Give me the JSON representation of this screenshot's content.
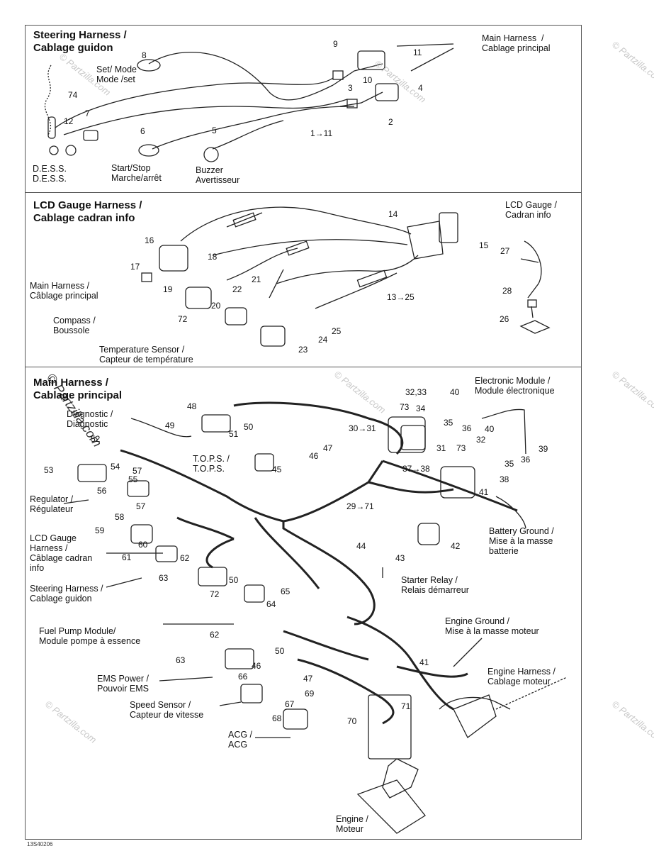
{
  "drawing_code": "13S40206",
  "watermark": "© Partzilla.com",
  "sections": {
    "steering": {
      "title_line1": "Steering Harness /",
      "title_line2": "Cablage guidon",
      "callouts": [
        {
          "id": "sh-set-mode",
          "text": "Set/ Mode\nMode /set"
        },
        {
          "id": "sh-dess",
          "text": "D.E.S.S.\nD.E.S.S."
        },
        {
          "id": "sh-start-stop",
          "text": "Start/Stop\nMarche/arrêt"
        },
        {
          "id": "sh-buzzer",
          "text": "Buzzer\nAvertisseur"
        },
        {
          "id": "sh-main-harness",
          "text": "Main Harness  /\nCablage principal"
        }
      ],
      "numbers": [
        "8",
        "74",
        "12",
        "7",
        "6",
        "5",
        "9",
        "11",
        "10",
        "3",
        "4",
        "2",
        "1→11"
      ]
    },
    "lcd": {
      "title_line1": "LCD Gauge Harness /",
      "title_line2": "Cablage cadran info",
      "callouts": [
        {
          "id": "lcd-gauge",
          "text": "LCD Gauge /\nCadran info"
        },
        {
          "id": "lcd-main-harness",
          "text": "Main Harness /\nCâblage principal"
        },
        {
          "id": "lcd-compass",
          "text": "Compass /\nBoussole"
        },
        {
          "id": "lcd-temp",
          "text": "Temperature Sensor /\nCapteur de température"
        }
      ],
      "numbers": [
        "14",
        "15",
        "16",
        "18",
        "17",
        "21",
        "22",
        "19",
        "20",
        "72",
        "13→25",
        "27",
        "28",
        "26",
        "25",
        "24",
        "23"
      ]
    },
    "main": {
      "title_line1": "Main Harness /",
      "title_line2": "Cablage principal",
      "callouts": [
        {
          "id": "mh-diagnostic",
          "text": "Diagnostic /\nDiagnostic"
        },
        {
          "id": "mh-electronic-module",
          "text": "Electronic Module /\nModule électronique"
        },
        {
          "id": "mh-tops",
          "text": "T.O.P.S. /\nT.O.P.S."
        },
        {
          "id": "mh-regulator",
          "text": "Regulator /\nRégulateur"
        },
        {
          "id": "mh-lcd-gauge-harness",
          "text": "LCD Gauge\nHarness /\nCâblage cadran\ninfo"
        },
        {
          "id": "mh-battery-ground",
          "text": "Battery Ground /\nMise à la masse\nbatterie"
        },
        {
          "id": "mh-steering-harness",
          "text": "Steering Harness /\nCablage guidon"
        },
        {
          "id": "mh-starter-relay",
          "text": "Starter Relay /\nRelais démarreur"
        },
        {
          "id": "mh-fuel-pump",
          "text": "Fuel Pump Module/\nModule pompe à essence"
        },
        {
          "id": "mh-engine-ground",
          "text": "Engine Ground /\nMise à la masse moteur"
        },
        {
          "id": "mh-engine-harness",
          "text": "Engine Harness /\nCablage moteur"
        },
        {
          "id": "mh-ems-power",
          "text": "EMS Power /\nPouvoir EMS"
        },
        {
          "id": "mh-speed-sensor",
          "text": "Speed Sensor /\nCapteur de vitesse"
        },
        {
          "id": "mh-acg",
          "text": "ACG /\nACG"
        },
        {
          "id": "mh-engine",
          "text": "Engine /\nMoteur"
        }
      ],
      "numbers": [
        "48",
        "49",
        "51",
        "50",
        "52",
        "54",
        "53",
        "57",
        "55",
        "56",
        "46",
        "47",
        "45",
        "32,33",
        "40",
        "73",
        "34",
        "30→31",
        "35",
        "36",
        "31",
        "40",
        "32",
        "39",
        "73",
        "35",
        "36",
        "37→38",
        "38",
        "41",
        "29→71",
        "58",
        "57",
        "59",
        "60",
        "61",
        "62",
        "50",
        "63",
        "72",
        "65",
        "64",
        "44",
        "43",
        "42",
        "62",
        "50",
        "63",
        "46",
        "47",
        "41",
        "66",
        "69",
        "71",
        "67",
        "68",
        "70"
      ]
    }
  }
}
